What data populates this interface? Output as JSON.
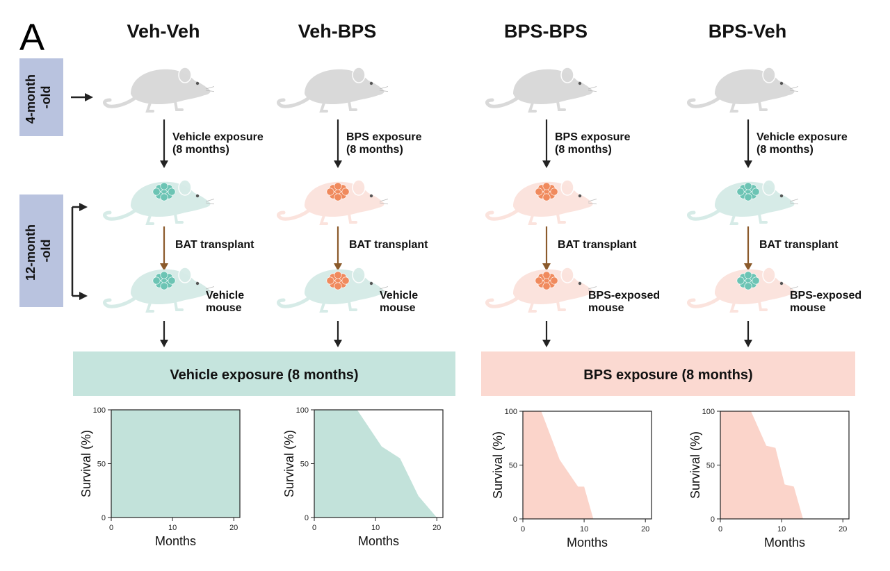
{
  "panel_letter": "A",
  "age_labels": {
    "start": "4-month\n-old",
    "end": "12-month\n-old"
  },
  "groups": [
    {
      "title": "Veh-Veh",
      "exposure": [
        "Vehicle exposure",
        "(8 months)"
      ],
      "transplant": "BAT transplant",
      "recipient": [
        "Vehicle",
        "mouse"
      ],
      "donor_tone": "teal",
      "recipient_tone": "teal",
      "fat_tone": "teal"
    },
    {
      "title": "Veh-BPS",
      "exposure": [
        "BPS exposure",
        "(8 months)"
      ],
      "transplant": "BAT transplant",
      "recipient": [
        "Vehicle",
        "mouse"
      ],
      "donor_tone": "pink",
      "recipient_tone": "teal",
      "fat_tone": "orange"
    },
    {
      "title": "BPS-BPS",
      "exposure": [
        "BPS exposure",
        "(8 months)"
      ],
      "transplant": "BAT transplant",
      "recipient": [
        "BPS-exposed",
        "mouse"
      ],
      "donor_tone": "pink",
      "recipient_tone": "pink",
      "fat_tone": "orange"
    },
    {
      "title": "BPS-Veh",
      "exposure": [
        "Vehicle exposure",
        "(8 months)"
      ],
      "transplant": "BAT transplant",
      "recipient": [
        "BPS-exposed",
        "mouse"
      ],
      "donor_tone": "teal",
      "recipient_tone": "pink",
      "fat_tone": "teal"
    }
  ],
  "banners": [
    {
      "label": "Vehicle exposure (8 months)",
      "color": "#c5e4dd"
    },
    {
      "label": "BPS exposure (8 months)",
      "color": "#fbd9d1"
    }
  ],
  "colors": {
    "gray_mouse": "#d9d9d9",
    "teal_mouse": "#d6ebe7",
    "pink_mouse": "#fbe3dd",
    "teal_fat": "#6cc4b4",
    "orange_fat": "#f08a5d",
    "teal_fill": "#c2e2da",
    "pink_fill": "#fbd4ca",
    "age_box": "#b9c3df",
    "arrow_brown": "#8b5a2b"
  },
  "chart_data": [
    {
      "type": "area",
      "title": "",
      "xlabel": "Months",
      "ylabel": "Survival (%)",
      "xlim": [
        0,
        21
      ],
      "ylim": [
        0,
        100
      ],
      "xticks": [
        0,
        10,
        20
      ],
      "yticks": [
        0,
        50,
        100
      ],
      "fill": "teal",
      "x": [
        0,
        21
      ],
      "y": [
        100,
        100
      ]
    },
    {
      "type": "area",
      "title": "",
      "xlabel": "Months",
      "ylabel": "Survival (%)",
      "xlim": [
        0,
        21
      ],
      "ylim": [
        0,
        100
      ],
      "xticks": [
        0,
        10,
        20
      ],
      "yticks": [
        0,
        50,
        100
      ],
      "fill": "teal",
      "x": [
        0,
        7,
        11,
        14,
        17,
        20
      ],
      "y": [
        100,
        100,
        66,
        55,
        20,
        0
      ]
    },
    {
      "type": "area",
      "title": "",
      "xlabel": "Months",
      "ylabel": "Survival (%)",
      "xlim": [
        0,
        21
      ],
      "ylim": [
        0,
        100
      ],
      "xticks": [
        0,
        10,
        20
      ],
      "yticks": [
        0,
        50,
        100
      ],
      "fill": "pink",
      "x": [
        0,
        3,
        6,
        9,
        10,
        11.5
      ],
      "y": [
        100,
        100,
        55,
        30,
        30,
        0
      ]
    },
    {
      "type": "area",
      "title": "",
      "xlabel": "Months",
      "ylabel": "Survival (%)",
      "xlim": [
        0,
        21
      ],
      "ylim": [
        0,
        100
      ],
      "xticks": [
        0,
        10,
        20
      ],
      "yticks": [
        0,
        50,
        100
      ],
      "fill": "pink",
      "x": [
        0,
        5,
        7.5,
        9,
        10.5,
        12,
        13.5
      ],
      "y": [
        100,
        100,
        68,
        66,
        32,
        30,
        0
      ]
    }
  ]
}
